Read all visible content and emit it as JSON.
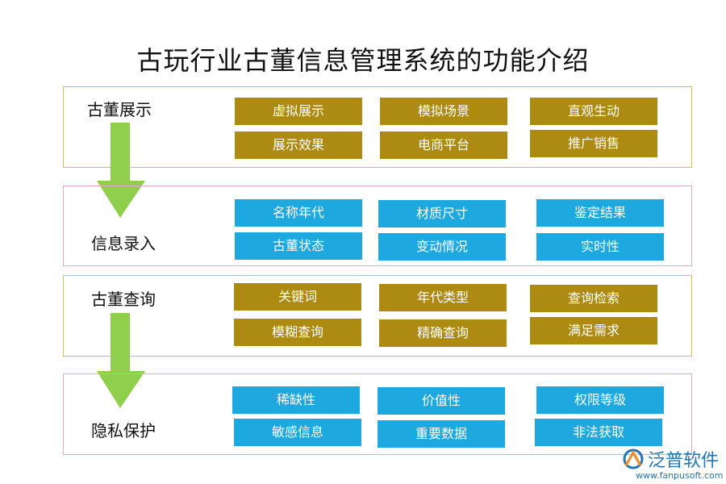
{
  "title": "古玩行业古董信息管理系统的功能介绍",
  "sections": [
    {
      "label": "古董展示",
      "items": [
        "虚拟展示",
        "模拟场景",
        "直观生动",
        "展示效果",
        "电商平台",
        "推广销售"
      ]
    },
    {
      "label": "信息录入",
      "items": [
        "名称年代",
        "材质尺寸",
        "鉴定结果",
        "古董状态",
        "变动情况",
        "实时性"
      ]
    },
    {
      "label": "古董查询",
      "items": [
        "关键词",
        "年代类型",
        "查询检索",
        "模糊查询",
        "精确查询",
        "满足需求"
      ]
    },
    {
      "label": "隐私保护",
      "items": [
        "稀缺性",
        "价值性",
        "权限等级",
        "敏感信息",
        "重要数据",
        "非法获取"
      ]
    }
  ],
  "logo": {
    "name": "泛普软件",
    "url": "www.fanpusoft.com"
  },
  "colors": {
    "gold_button": "#ad8a11",
    "blue_button": "#1ea8e0",
    "arrow_green": "#8fcf4c",
    "panel_gold_border": "#d8c24a",
    "panel_pink_border": "#e2a9c0"
  }
}
